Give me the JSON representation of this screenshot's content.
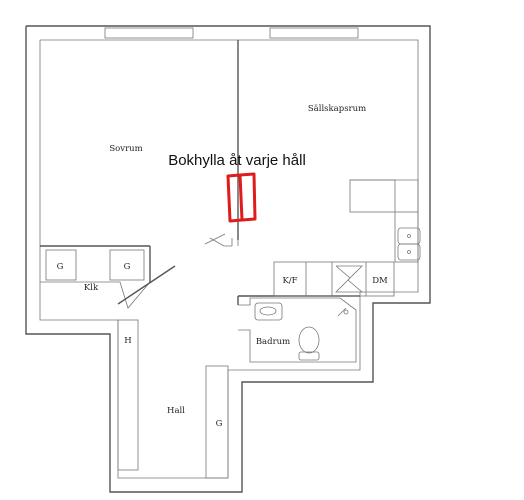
{
  "rooms": {
    "bedroom": "Sovrum",
    "living": "Sällskapsrum",
    "closet_1": "G",
    "closet_2": "G",
    "closet_3": "G",
    "walk_in": "Klk",
    "hook": "H",
    "bathroom": "Badrum",
    "hall": "Hall",
    "fridge": "K/F",
    "dishwasher": "DM"
  },
  "annotation": {
    "text": "Bokhylla åt varje håll",
    "color": "#e01b1b"
  }
}
